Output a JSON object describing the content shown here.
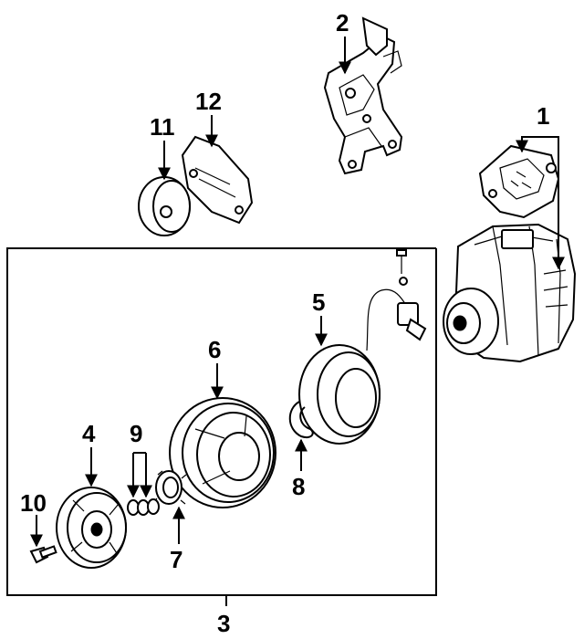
{
  "callouts": {
    "c1": "1",
    "c2": "2",
    "c3": "3",
    "c4": "4",
    "c5": "5",
    "c6": "6",
    "c7": "7",
    "c8": "8",
    "c9": "9",
    "c10": "10",
    "c11": "11",
    "c12": "12"
  },
  "icons": {
    "compressor": "compressor-icon",
    "bracket": "mounting-bracket-icon",
    "clutch": "clutch-assembly-icon",
    "pulley": "pulley-icon"
  }
}
